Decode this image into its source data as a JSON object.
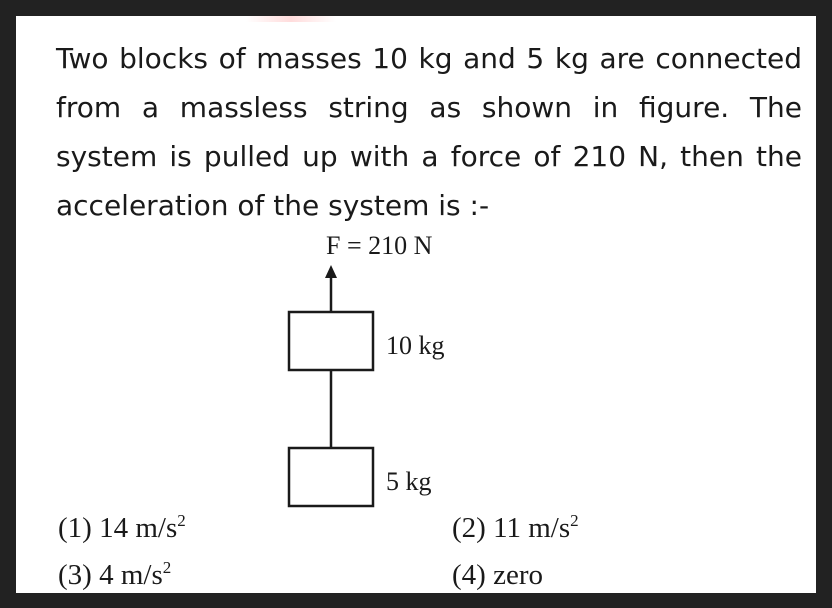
{
  "question": {
    "text": "Two blocks of masses 10 kg and 5 kg are connected from a massless string as shown in figure. The system is pulled up with a force of 210 N, then the acceleration of the system is :-"
  },
  "figure": {
    "force_label": "F = 210 N",
    "upper_block_label": "10 kg",
    "lower_block_label": "5 kg"
  },
  "options": [
    {
      "number": "(1)",
      "value": "14 m/s",
      "power": "2"
    },
    {
      "number": "(2)",
      "value": "11 m/s",
      "power": "2"
    },
    {
      "number": "(3)",
      "value": "4 m/s",
      "power": "2"
    },
    {
      "number": "(4)",
      "value": "zero",
      "power": ""
    }
  ]
}
